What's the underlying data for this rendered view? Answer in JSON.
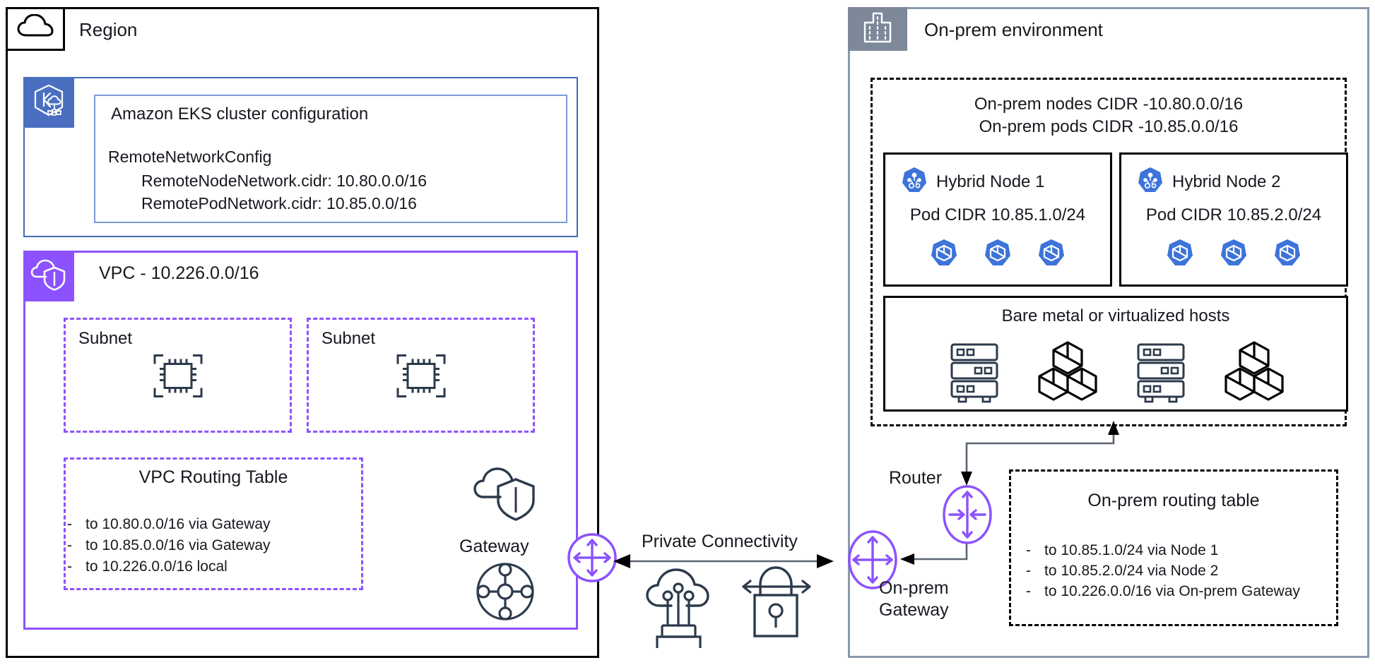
{
  "region": {
    "title": "Region",
    "icon": "aws-region-cloud-icon"
  },
  "eks": {
    "icon": "amazon-eks-icon",
    "heading": "Amazon EKS cluster configuration",
    "config_key": "RemoteNetworkConfig",
    "config_lines": [
      "RemoteNodeNetwork.cidr: 10.80.0.0/16",
      "RemotePodNetwork.cidr: 10.85.0.0/16"
    ]
  },
  "vpc": {
    "icon": "vpc-cloud-shield-icon",
    "title": "VPC - 10.226.0.0/16",
    "subnets": [
      {
        "label": "Subnet",
        "icon": "ec2-instances-icon"
      },
      {
        "label": "Subnet",
        "icon": "ec2-instances-icon"
      }
    ],
    "routing_table": {
      "title": "VPC Routing Table",
      "routes": [
        "to 10.80.0.0/16 via Gateway",
        "to 10.85.0.0/16 via Gateway",
        "to 10.226.0.0/16 local"
      ]
    },
    "gateway": {
      "label": "Gateway",
      "icons": [
        "cloud-shield-icon",
        "transit-gateway-mesh-icon"
      ]
    }
  },
  "connectivity": {
    "label": "Private Connectivity",
    "icons": [
      "direct-connect-icon",
      "vpn-lock-icon"
    ]
  },
  "onprem": {
    "title": "On-prem environment",
    "icon": "building-icon",
    "cidr_lines": [
      "On-prem nodes CIDR -10.80.0.0/16",
      "On-prem pods CIDR -10.85.0.0/16"
    ],
    "hybrid_nodes": [
      {
        "name": "Hybrid Node 1",
        "icon": "kubernetes-node-icon",
        "pod_cidr": "Pod CIDR 10.85.1.0/24",
        "pods": [
          "pod-icon",
          "pod-icon",
          "pod-icon"
        ]
      },
      {
        "name": "Hybrid Node 2",
        "icon": "kubernetes-node-icon",
        "pod_cidr": "Pod CIDR 10.85.2.0/24",
        "pods": [
          "pod-icon",
          "pod-icon",
          "pod-icon"
        ]
      }
    ],
    "bare_metal": {
      "title": "Bare metal or virtualized hosts",
      "icons": [
        "server-rack-icon",
        "cubes-icon",
        "server-rack-icon",
        "cubes-icon"
      ]
    },
    "router": {
      "label": "Router",
      "icon": "router-icon"
    },
    "gateway": {
      "label_line1": "On-prem",
      "label_line2": "Gateway",
      "icon": "gateway-arrows-icon"
    },
    "routing_table": {
      "title": "On-prem routing table",
      "routes": [
        "to 10.85.1.0/24 via Node 1",
        "to 10.85.2.0/24 via Node 2",
        "to 10.226.0.0/16 via On-prem Gateway"
      ]
    }
  },
  "colors": {
    "region_border": "#000000",
    "eks_blue": "#4a6fc0",
    "eks_border": "#3f6ab4",
    "vpc_purple": "#8c52ff",
    "onprem_gray": "#7d8899",
    "onprem_border": "#8a9aad",
    "k8s_blue": "#3d74d9",
    "ink": "#232f3e"
  },
  "list_marker": "-"
}
